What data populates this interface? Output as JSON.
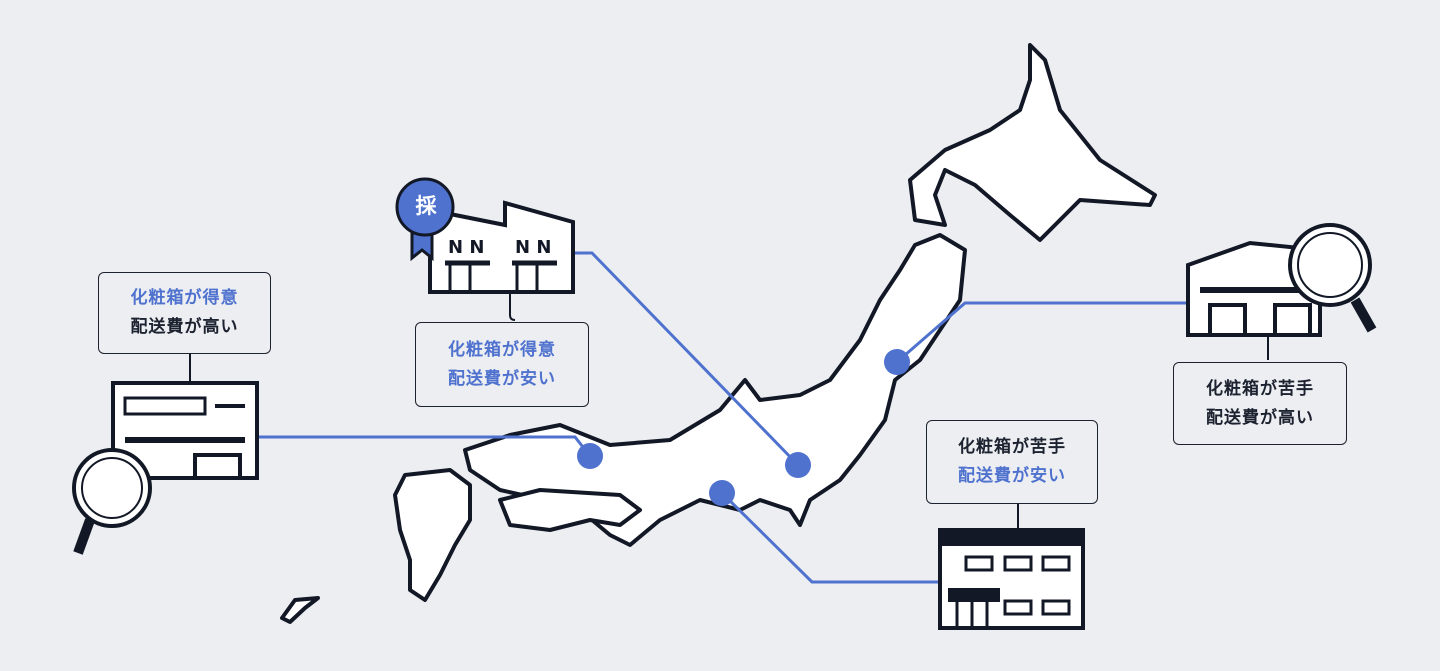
{
  "colors": {
    "accent": "#4f72cf",
    "ink": "#121826",
    "background": "#eceef1"
  },
  "badge": {
    "label": "採"
  },
  "cards": [
    {
      "id": "west-warehouse",
      "line1": "化粧箱が得意",
      "line2": "配送費が高い",
      "icon": "magnifier-icon"
    },
    {
      "id": "adopted-warehouse",
      "line1": "化粧箱が得意",
      "line2": "配送費が安い",
      "icon": "badge-icon"
    },
    {
      "id": "tohoku-warehouse",
      "line1": "化粧箱が苦手",
      "line2": "配送費が高い",
      "icon": "magnifier-icon"
    },
    {
      "id": "south-warehouse",
      "line1": "化粧箱が苦手",
      "line2": "配送費が安い",
      "icon": "building-icon"
    }
  ]
}
